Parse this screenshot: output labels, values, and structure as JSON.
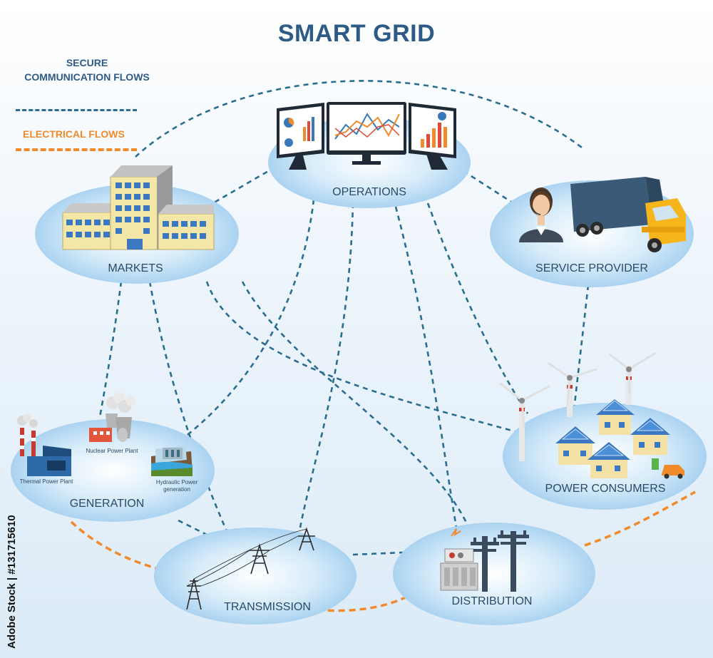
{
  "title": "SMART GRID",
  "legend": {
    "secure_label": "SECURE COMMUNICATION FLOWS",
    "electrical_label": "ELECTRICAL FLOWS",
    "secure_color": "#2a6e8f",
    "electrical_color": "#f08a2b"
  },
  "nodes": {
    "operations": "OPERATIONS",
    "markets": "MARKETS",
    "service_provider": "SERVICE PROVIDER",
    "generation": "GENERATION",
    "power_consumers": "POWER CONSUMERS",
    "transmission": "TRANSMISSION",
    "distribution": "DISTRIBUTION"
  },
  "generation_sublabels": {
    "nuclear": "Nuclear Power Plant",
    "thermal": "Thermal Power Plant",
    "hydraulic": "Hydraulic Power generation"
  },
  "watermark": "Adobe Stock | #131715610",
  "colors": {
    "title": "#2e5a86",
    "ellipse": "#b9dcf3",
    "label": "#2b4a63"
  }
}
